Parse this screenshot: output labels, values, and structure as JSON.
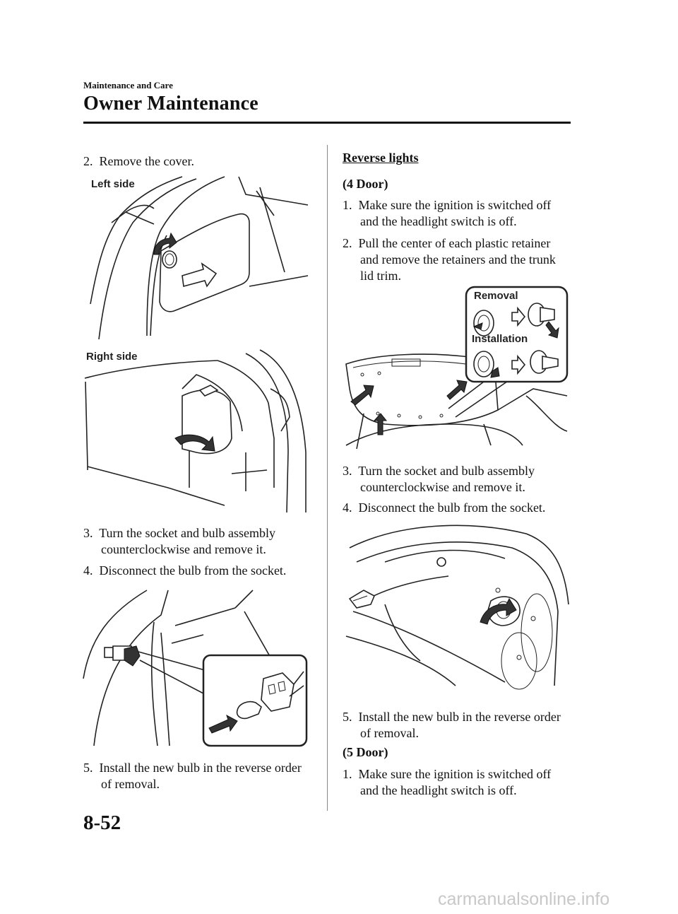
{
  "header": {
    "section": "Maintenance and Care",
    "title": "Owner Maintenance"
  },
  "left_column": {
    "step2": {
      "num": "2.",
      "text": "Remove the cover."
    },
    "figure1": {
      "label_left": "Left side",
      "label_right": "Right side"
    },
    "step3": {
      "num": "3.",
      "line1": "Turn the socket and bulb assembly",
      "line2": "counterclockwise and remove it."
    },
    "step4": {
      "num": "4.",
      "text": "Disconnect the bulb from the socket."
    },
    "step5": {
      "num": "5.",
      "line1": "Install the new bulb in the reverse order",
      "line2": "of removal."
    }
  },
  "right_column": {
    "heading": "Reverse lights",
    "sub_4door": "(4 Door)",
    "step1": {
      "num": "1.",
      "line1": "Make sure the ignition is switched off",
      "line2": "and the headlight switch is off."
    },
    "step2": {
      "num": "2.",
      "line1": "Pull the center of each plastic retainer",
      "line2": "and remove the retainers and the trunk",
      "line3": "lid trim."
    },
    "figure_retainer": {
      "label_removal": "Removal",
      "label_installation": "Installation"
    },
    "step3": {
      "num": "3.",
      "line1": "Turn the socket and bulb assembly",
      "line2": "counterclockwise and remove it."
    },
    "step4": {
      "num": "4.",
      "text": "Disconnect the bulb from the socket."
    },
    "step5": {
      "num": "5.",
      "line1": "Install the new bulb in the reverse order",
      "line2": "of removal."
    },
    "sub_5door": "(5 Door)",
    "step1b": {
      "num": "1.",
      "line1": "Make sure the ignition is switched off",
      "line2": "and the headlight switch is off."
    }
  },
  "footer": {
    "page_number": "8-52",
    "watermark": "carmanualsonline.info"
  }
}
